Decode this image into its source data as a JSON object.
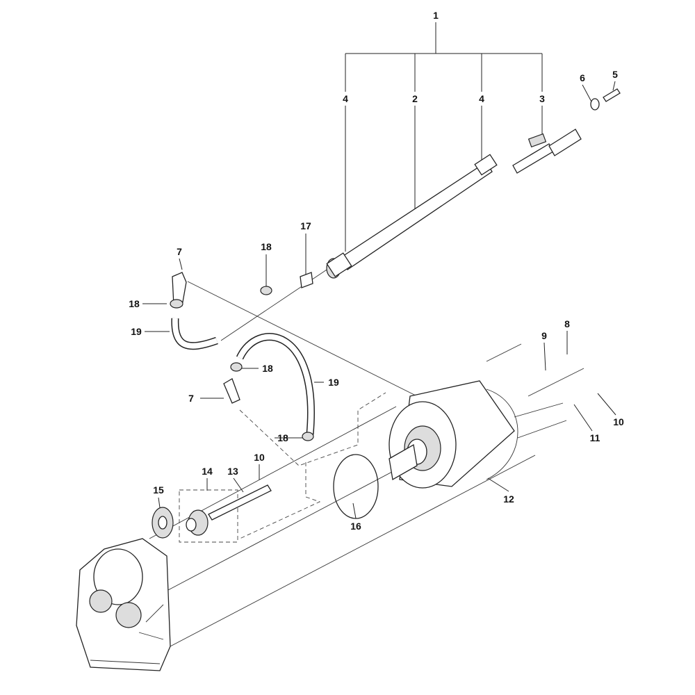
{
  "diagram": {
    "type": "exploded-parts-diagram",
    "callouts": {
      "c1": "1",
      "c2": "2",
      "c3": "3",
      "c4a": "4",
      "c4b": "4",
      "c5": "5",
      "c6": "6",
      "c7a": "7",
      "c7b": "7",
      "c8": "8",
      "c9": "9",
      "c10a": "10",
      "c10b": "10",
      "c11": "11",
      "c12": "12",
      "c13": "13",
      "c14": "14",
      "c15": "15",
      "c16": "16",
      "c17": "17",
      "c18a": "18",
      "c18b": "18",
      "c18c": "18",
      "c18d": "18",
      "c19a": "19",
      "c19b": "19"
    }
  }
}
